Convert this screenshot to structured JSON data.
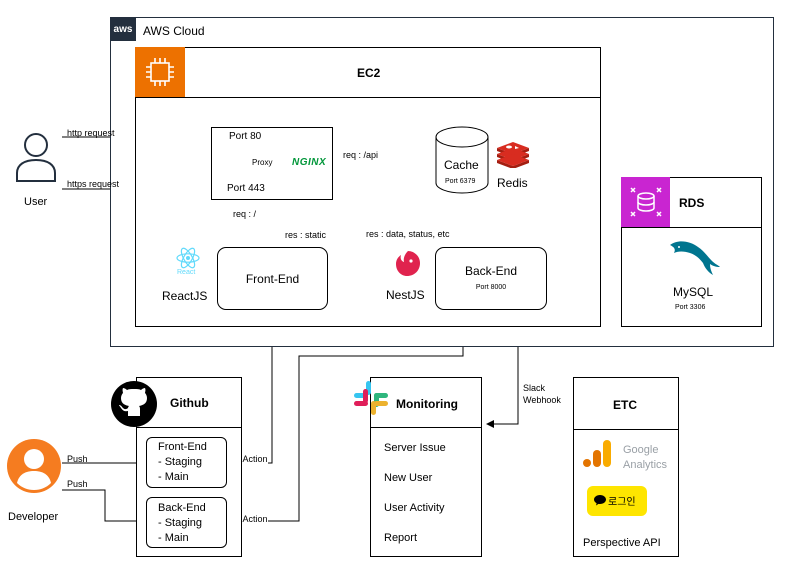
{
  "aws": {
    "logo": "aws",
    "title": "AWS Cloud"
  },
  "ec2": {
    "title": "EC2"
  },
  "nginx": {
    "port80": "Port 80",
    "proxy": "Proxy",
    "port443": "Port 443",
    "logo": "NGINX"
  },
  "cache": {
    "title": "Cache",
    "port": "Port 6379"
  },
  "redis": {
    "label": "Redis"
  },
  "frontend": {
    "title": "Front-End"
  },
  "react": {
    "logo_text": "React",
    "label": "ReactJS"
  },
  "backend": {
    "title": "Back-End",
    "port": "Port 8000"
  },
  "nest": {
    "label": "NestJS"
  },
  "rds": {
    "title": "RDS",
    "mysql": "MySQL",
    "port": "Port 3306"
  },
  "user": {
    "label": "User"
  },
  "developer": {
    "label": "Developer"
  },
  "edges": {
    "http": "http request",
    "https": "https request",
    "req_api": "req : /api",
    "req_root": "req : /",
    "res_static": "res : static",
    "res_data": "res : data, status, etc",
    "slack_webhook_1": "Slack",
    "slack_webhook_2": "Webhook",
    "push1": "Push",
    "push2": "Push",
    "git_action1": "Git Action",
    "git_action2": "Git Action"
  },
  "github": {
    "title": "Github",
    "repo1": {
      "line1": "Front-End",
      "line2": "- Staging",
      "line3": "- Main"
    },
    "repo2": {
      "line1": "Back-End",
      "line2": "- Staging",
      "line3": "- Main"
    }
  },
  "monitoring": {
    "title": "Monitoring",
    "items": [
      "Server Issue",
      "New User",
      "User Activity",
      "Report"
    ]
  },
  "etc": {
    "title": "ETC",
    "ga1": "Google",
    "ga2": "Analytics",
    "kakao": "로그인",
    "perspective": "Perspective API"
  },
  "colors": {
    "aws_dark": "#232F3E",
    "ec2_orange": "#ED7100",
    "rds_purple": "#C925D1",
    "nginx_green": "#009639",
    "redis_red": "#D82C20",
    "react_blue": "#61DAFB",
    "nest_red": "#E0234E",
    "person_orange": "#F57C20",
    "mysql_blue": "#00758F",
    "kakao_yellow": "#FEE500"
  }
}
